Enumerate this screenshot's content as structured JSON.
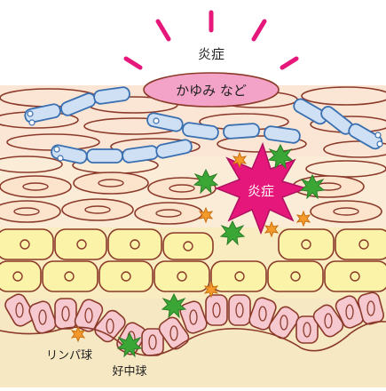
{
  "labels": {
    "top": "炎症",
    "bubble": "かゆみ など",
    "center": "炎症",
    "lymphocyte": "リンパ球",
    "neutrophil": "好中球"
  },
  "colors": {
    "skin_top": "#fbe6d6",
    "skin_mid": "#f8ecc0",
    "cell_yellow": "#fbf3a8",
    "cell_outline": "#8b3a2a",
    "basal_cell": "#f6c8cf",
    "dermis": "#f6e8c2",
    "bubble": "#f4a3c8",
    "burst": "#e5177a",
    "blue_cell": "#cfe0f5",
    "neutrophil": "#3aa635",
    "lymphocyte": "#f39a2a",
    "ray": "#e5177a"
  }
}
